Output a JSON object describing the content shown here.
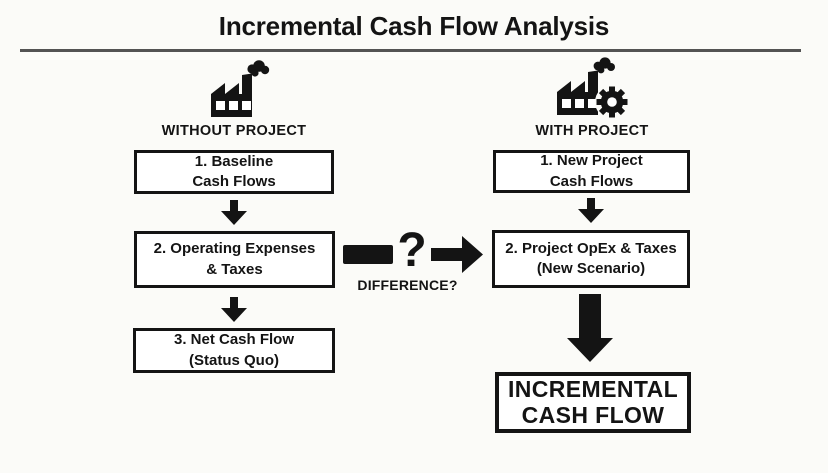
{
  "title": "Incremental Cash Flow Analysis",
  "colors": {
    "ink": "#141414",
    "background": "#fbfbf8",
    "box_fill": "#ffffff",
    "rule": "#535353"
  },
  "left_column": {
    "icon": "factory-icon",
    "label": "WITHOUT PROJECT",
    "boxes": [
      {
        "line1": "1. Baseline",
        "line2": "Cash Flows"
      },
      {
        "line1": "2. Operating Expenses",
        "line2": "& Taxes"
      },
      {
        "line1": "3. Net Cash Flow",
        "line2": "(Status Quo)"
      }
    ]
  },
  "right_column": {
    "icon": "factory-gear-icon",
    "label": "WITH PROJECT",
    "boxes": [
      {
        "line1": "1. New Project",
        "line2": "Cash Flows"
      },
      {
        "line1": "2. Project OpEx & Taxes",
        "line2": "(New Scenario)"
      }
    ],
    "result_box": {
      "line1": "INCREMENTAL",
      "line2": "CASH FLOW"
    }
  },
  "comparison": {
    "minus_icon": "minus-dash-icon",
    "question_mark": "?",
    "arrow_icon": "arrow-right-icon",
    "label": "DIFFERENCE?"
  },
  "icons": {
    "down_arrow": "arrow-down-icon",
    "big_down_arrow": "arrow-down-big-icon"
  }
}
